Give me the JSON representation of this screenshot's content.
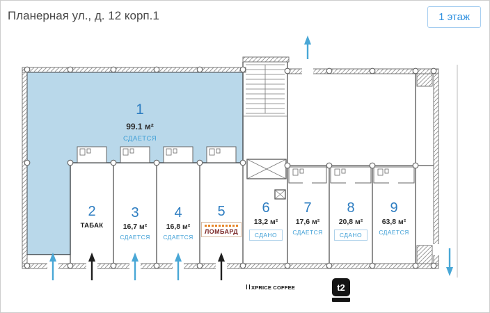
{
  "header": {
    "title": "Планерная ул., д. 12 корп.1",
    "floor_badge": "1 этаж"
  },
  "units": [
    {
      "number": "1",
      "area": "99.1 м²",
      "status": "СДАЕТСЯ"
    },
    {
      "number": "2",
      "tenant": "ТАБАК"
    },
    {
      "number": "3",
      "area": "16,7 м²",
      "status": "СДАЕТСЯ"
    },
    {
      "number": "4",
      "area": "16,8 м²",
      "status": "СДАЕТСЯ"
    },
    {
      "number": "5",
      "tenant": "ЛОМБАРД"
    },
    {
      "number": "6",
      "area": "13,2 м²",
      "status": "СДАНО"
    },
    {
      "number": "7",
      "area": "17,6 м²",
      "status": "СДАЕТСЯ"
    },
    {
      "number": "8",
      "area": "20,8 м²",
      "status": "СДАНО"
    },
    {
      "number": "9",
      "area": "63,8 м²",
      "status": "СДАЕТСЯ"
    }
  ],
  "tenant_logos": {
    "coffee": "XPRICE COFFEE",
    "telecom": "t2"
  },
  "colors": {
    "accent": "#2d7dc1",
    "status-blue": "#3f9fd6",
    "unit-free-fill": "#b9d8ea",
    "arrow-cyan": "#49a7d6",
    "lombard-red": "#7a2727",
    "lombard-accent": "#e8872a"
  }
}
